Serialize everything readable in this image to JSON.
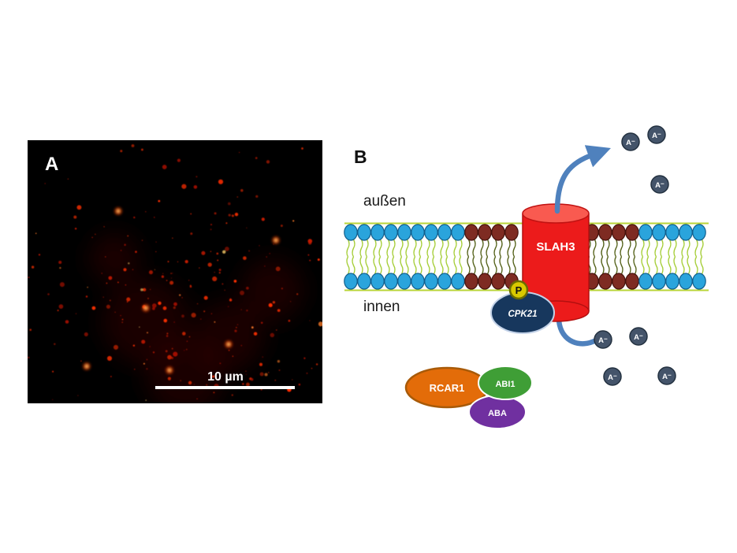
{
  "figure": {
    "panel_a": {
      "label": "A",
      "scale_bar_label": "10 µm"
    },
    "panel_b": {
      "label": "B",
      "extracellular_label": "außen",
      "intracellular_label": "innen",
      "channel_label": "SLAH3",
      "kinase_label": "CPK21",
      "phosphate_label": "P",
      "receptor_label": "RCAR1",
      "phosphatase_label": "ABI1",
      "hormone_label": "ABA",
      "anion_label": "A⁻"
    },
    "colors": {
      "channel_red": "#ec1b1b",
      "channel_red_light": "#f95a50",
      "kinase_navy": "#17375d",
      "phosphate_yellow": "#d9c900",
      "receptor_orange": "#e36c09",
      "phosphatase_green": "#3f9e36",
      "hormone_purple": "#7030a0",
      "anion_slate": "#44546a",
      "arrow_blue": "#4f81bd",
      "lipid_head_cyan": "#2aa4dc",
      "lipid_head_maroon": "#7e2b22",
      "lipid_tail_green": "#a6ce39",
      "micrograph_red": "#e02800"
    }
  }
}
